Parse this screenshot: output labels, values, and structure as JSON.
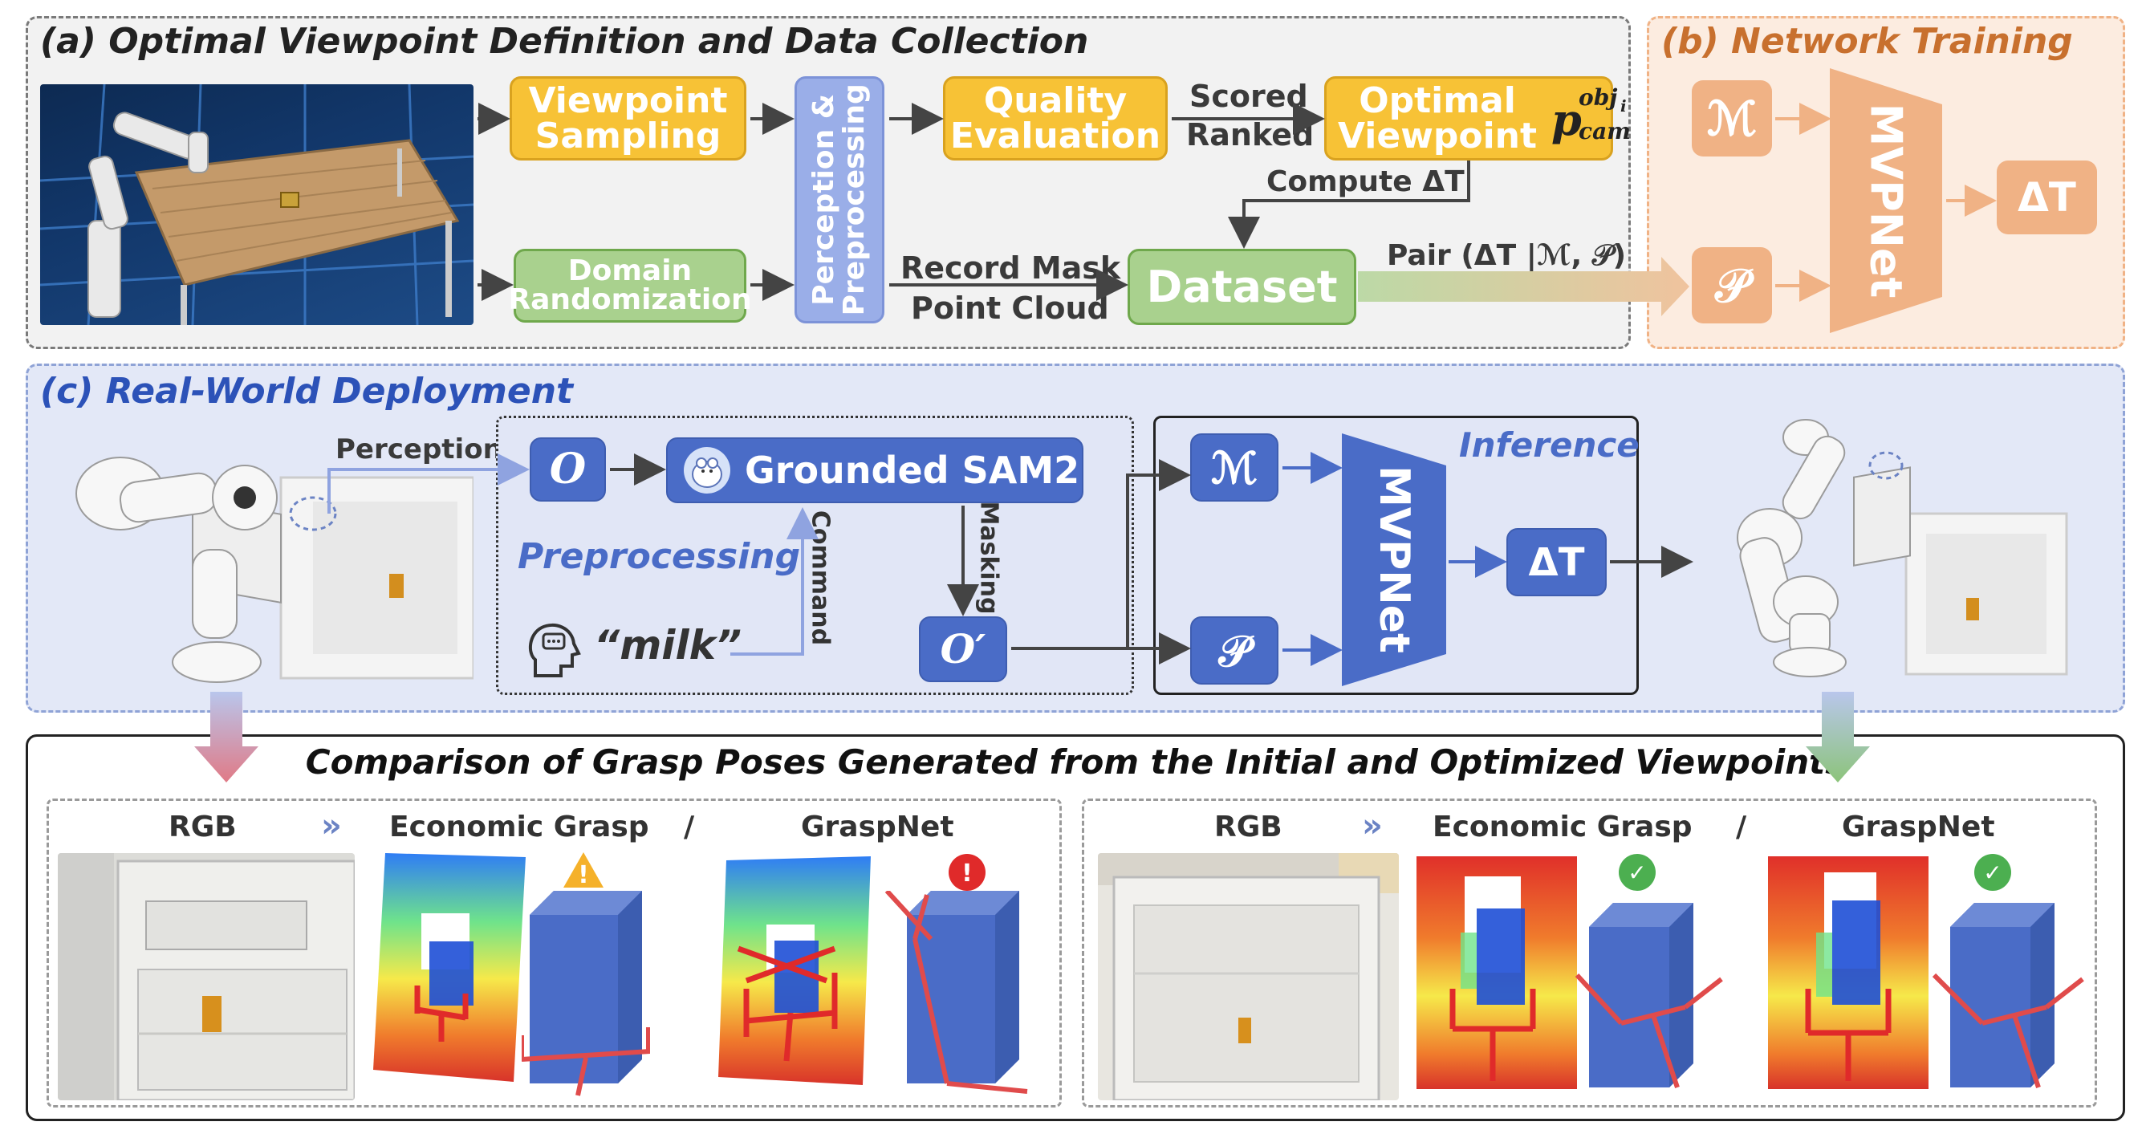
{
  "colors": {
    "yellow": "#f7c236",
    "green": "#a9d18e",
    "purple": "#9aaee8",
    "orange": "#f0b285",
    "blue": "#4a6cc7",
    "panel_c": "#e3e8f7",
    "panel_b": "#fcece0"
  },
  "panel_a": {
    "title": "(a) Optimal Viewpoint Definition and Data Collection",
    "viewpoint_sampling": [
      "Viewpoint",
      "Sampling"
    ],
    "domain_randomization": [
      "Domain",
      "Randomization"
    ],
    "perception_preprocessing": [
      "Perception &",
      "Preprocessing"
    ],
    "quality_evaluation": [
      "Quality",
      "Evaluation"
    ],
    "scored_ranked": [
      "Scored",
      "Ranked"
    ],
    "optimal_viewpoint": [
      "Optimal",
      "Viewpoint"
    ],
    "p_symbol": "p",
    "p_sup": "obj",
    "p_sup_sub": "i",
    "p_sub": "cam",
    "compute_dt": "Compute ΔT",
    "record": [
      "Record Mask",
      "Point Cloud"
    ],
    "dataset": "Dataset",
    "pair_label": "Pair (ΔT |ℳ, 𝒫)"
  },
  "panel_b": {
    "title": "(b) Network Training",
    "m_symbol": "ℳ",
    "p_symbol": "𝒫",
    "network": "MVPNet",
    "output": "ΔT"
  },
  "panel_c": {
    "title": "(c) Real-World Deployment",
    "perception": "Perception",
    "o_symbol": "O",
    "sam": "Grounded SAM2",
    "preprocessing": "Preprocessing",
    "command_vertical": "Command",
    "masking_vertical": "Masking",
    "milk": "“milk”",
    "o_prime": "O′",
    "inference": "Inference",
    "m_symbol": "ℳ",
    "p_symbol": "𝒫",
    "network": "MVPNet",
    "output": "ΔT"
  },
  "panel_d": {
    "title": "Comparison of Grasp Poses Generated from the Initial and Optimized Viewpoints",
    "left": {
      "rgb": "RGB",
      "eg": "Economic Grasp",
      "sep": "/",
      "gn": "GraspNet",
      "eg_status": "!",
      "gn_status": "!"
    },
    "right": {
      "rgb": "RGB",
      "eg": "Economic Grasp",
      "sep": "/",
      "gn": "GraspNet",
      "eg_status": "✓",
      "gn_status": "✓"
    }
  }
}
